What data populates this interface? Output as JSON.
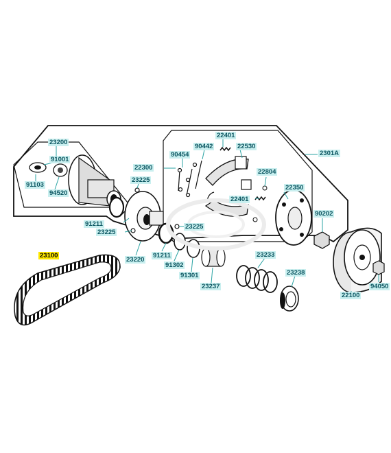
{
  "colors": {
    "label_bg": "#c9efef",
    "label_text": "#0b5560",
    "highlight_bg": "#ffe800",
    "line": "#111111",
    "leader": "#2aa3a3"
  },
  "parts": {
    "p23200": "23200",
    "p91001": "91001",
    "p91103": "91103",
    "p94520": "94520",
    "p22401": "22401",
    "p90454": "90454",
    "p90442": "90442",
    "p22530": "22530",
    "p2301A": "2301A",
    "p22300": "22300",
    "p23225a": "23225",
    "p22804": "22804",
    "p22401b": "22401",
    "p22350": "22350",
    "p90202": "90202",
    "p91211a": "91211",
    "p23225b": "23225",
    "p23225c": "23225",
    "p23100": "23100",
    "p23220": "23220",
    "p91211b": "91211",
    "p91302": "91302",
    "p23233": "23233",
    "p91301": "91301",
    "p23238": "23238",
    "p23237": "23237",
    "p22100": "22100",
    "p94050": "94050"
  }
}
